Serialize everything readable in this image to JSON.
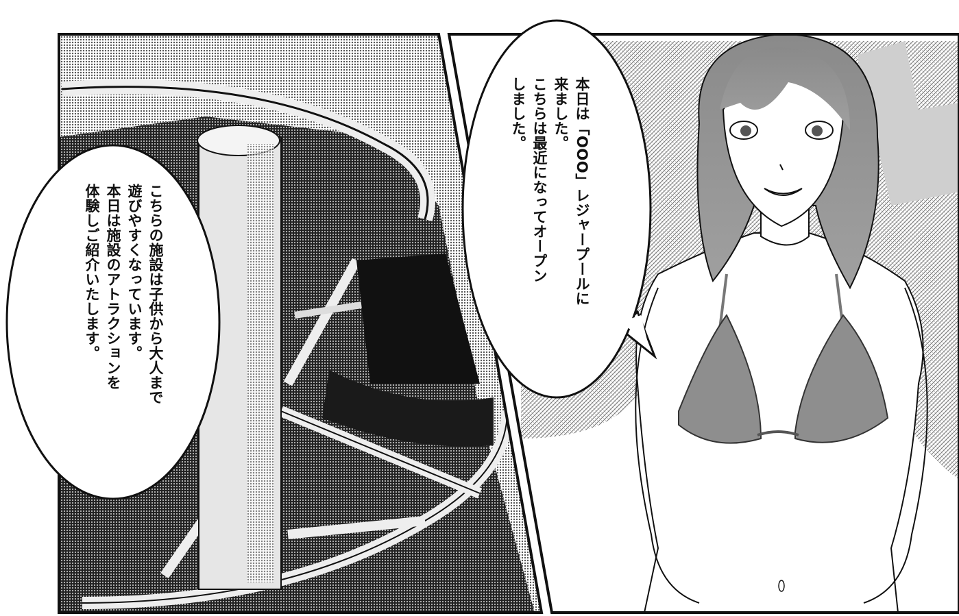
{
  "bubble_right": {
    "lines": [
      "本日は「OOO」レジャープールに",
      "来ました。",
      "こちらは最近になってオープン",
      "しました。"
    ]
  },
  "bubble_left": {
    "lines": [
      "こちらの施設は子供から大人まで",
      "遊びやすくなっています。",
      "本日は施設のアトラクションを",
      "体験しご紹介いたします。"
    ]
  }
}
